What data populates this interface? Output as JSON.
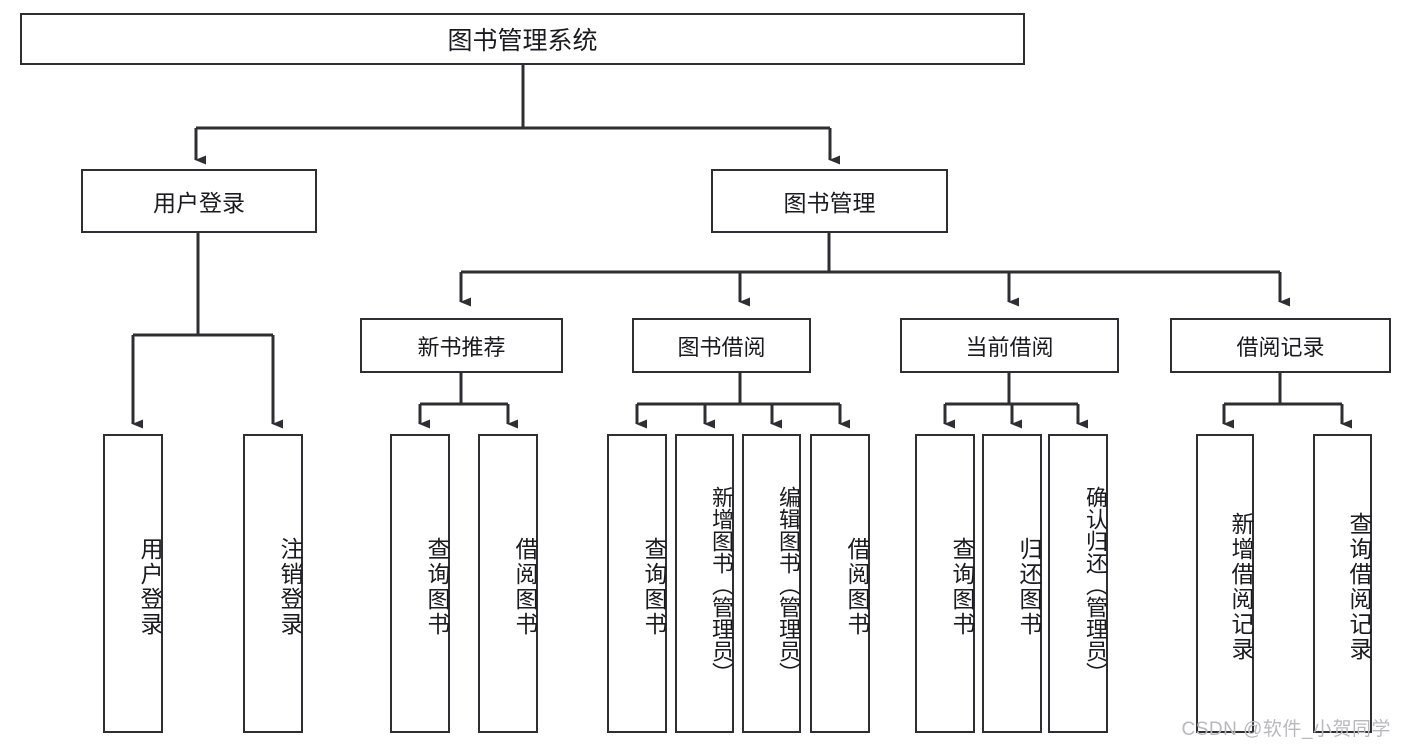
{
  "diagram": {
    "title": "图书管理系统",
    "type": "hierarchy-tree",
    "background_color": "#ffffff",
    "line_color": "#2f2f33",
    "box_border_color": "#2f2f33",
    "box_fill_color": "#ffffff",
    "text_color": "#1b1b1f"
  },
  "root": {
    "label": "图书管理系统"
  },
  "level2": [
    {
      "label": "用户登录"
    },
    {
      "label": "图书管理"
    }
  ],
  "level3": [
    {
      "label": "新书推荐"
    },
    {
      "label": "图书借阅"
    },
    {
      "label": "当前借阅"
    },
    {
      "label": "借阅记录"
    }
  ],
  "leaves": {
    "user_login": [
      {
        "label": "用户登录"
      },
      {
        "label": "注销登录"
      }
    ],
    "new_book_recommend": [
      {
        "label": "查询图书"
      },
      {
        "label": "借阅图书"
      }
    ],
    "book_borrow": [
      {
        "label": "查询图书"
      },
      {
        "label": "新增图书（管理员）"
      },
      {
        "label": "编辑图书（管理员）"
      },
      {
        "label": "借阅图书"
      }
    ],
    "current_borrow": [
      {
        "label": "查询图书"
      },
      {
        "label": "归还图书"
      },
      {
        "label": "确认归还（管理员）"
      }
    ],
    "borrow_record": [
      {
        "label": "新增借阅记录"
      },
      {
        "label": "查询借阅记录"
      }
    ]
  },
  "watermark": {
    "text": "CSDN @软件_小贺同学"
  }
}
